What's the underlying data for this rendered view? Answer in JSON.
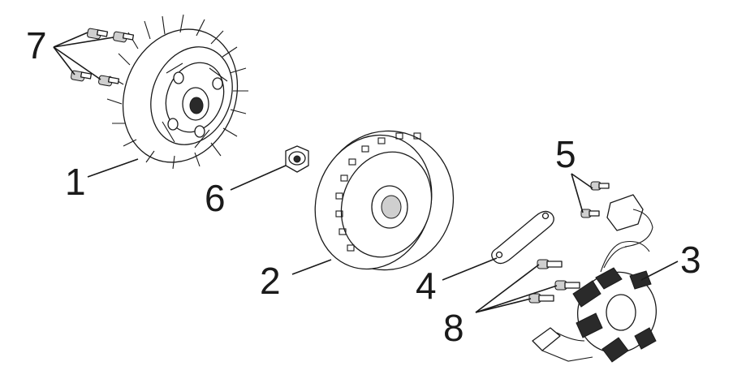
{
  "callouts": [
    {
      "id": "1",
      "text": "1"
    },
    {
      "id": "2",
      "text": "2"
    },
    {
      "id": "3",
      "text": "3"
    },
    {
      "id": "4",
      "text": "4"
    },
    {
      "id": "5",
      "text": "5"
    },
    {
      "id": "6",
      "text": "6"
    },
    {
      "id": "7",
      "text": "7"
    },
    {
      "id": "8",
      "text": "8"
    }
  ],
  "colors": {
    "line": "#1a1a1a",
    "background": "#ffffff"
  }
}
